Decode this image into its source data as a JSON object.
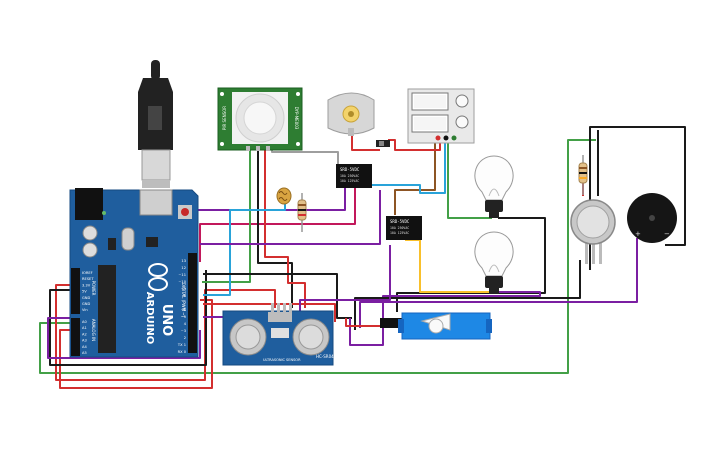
{
  "canvas": {
    "background": "#ffffff"
  },
  "arduino": {
    "brand_label": "ARDUINO",
    "model_label": "UNO",
    "digital_label": "DIGITAL (PWM ~)",
    "analog_label": "ANALOG IN",
    "power_label": "POWER",
    "aref_label": "AREF",
    "gnd_label": "GND",
    "digital_pins": [
      "13",
      "12",
      "~11",
      "~10",
      "~9",
      "8",
      "7",
      "~6",
      "~5",
      "4",
      "~3",
      "2",
      "TX 1",
      "RX 0"
    ],
    "power_pins": [
      "IOREF",
      "RESET",
      "3.3V",
      "5V",
      "GND",
      "GND",
      "Vin"
    ],
    "analog_pins": [
      "A0",
      "A1",
      "A2",
      "A3",
      "A4",
      "A5"
    ],
    "colors": {
      "board": "#1f5e9e",
      "usb": "#222222",
      "chip": "#222222"
    }
  },
  "pir": {
    "label_left": "PIR SENSOR",
    "label_right": "DYP-ME003",
    "color": "#2e7d32"
  },
  "ultrasonic": {
    "label": "HC-SR04",
    "sublabel": "ULTRASONIC SENSOR",
    "color": "#1f5e9e"
  },
  "relays": [
    {
      "line1": "SRD-5VDC",
      "line2": "10A 250VAC",
      "line3": "10A 125VAC"
    },
    {
      "line1": "SRD-5VDC",
      "line2": "10A 250VAC",
      "line3": "10A 125VAC"
    }
  ],
  "servo": {
    "color": "#1e88e5"
  },
  "buzzer": {
    "plus": "+",
    "minus": "−"
  },
  "wire_colors": {
    "black": "#1a1a1a",
    "red": "#d32f2f",
    "green": "#43a047",
    "purple": "#7b1fa2",
    "yellow": "#f9c02b",
    "brown": "#8d5524",
    "gray": "#9e9e9e",
    "blue": "#29a3d9",
    "pink": "#c2185b"
  },
  "icons": [
    "usb-plug-icon",
    "motor-icon",
    "power-supply-icon",
    "bulb-icon",
    "gas-sensor-icon",
    "buzzer-icon",
    "ldr-icon",
    "resistor-icon"
  ]
}
